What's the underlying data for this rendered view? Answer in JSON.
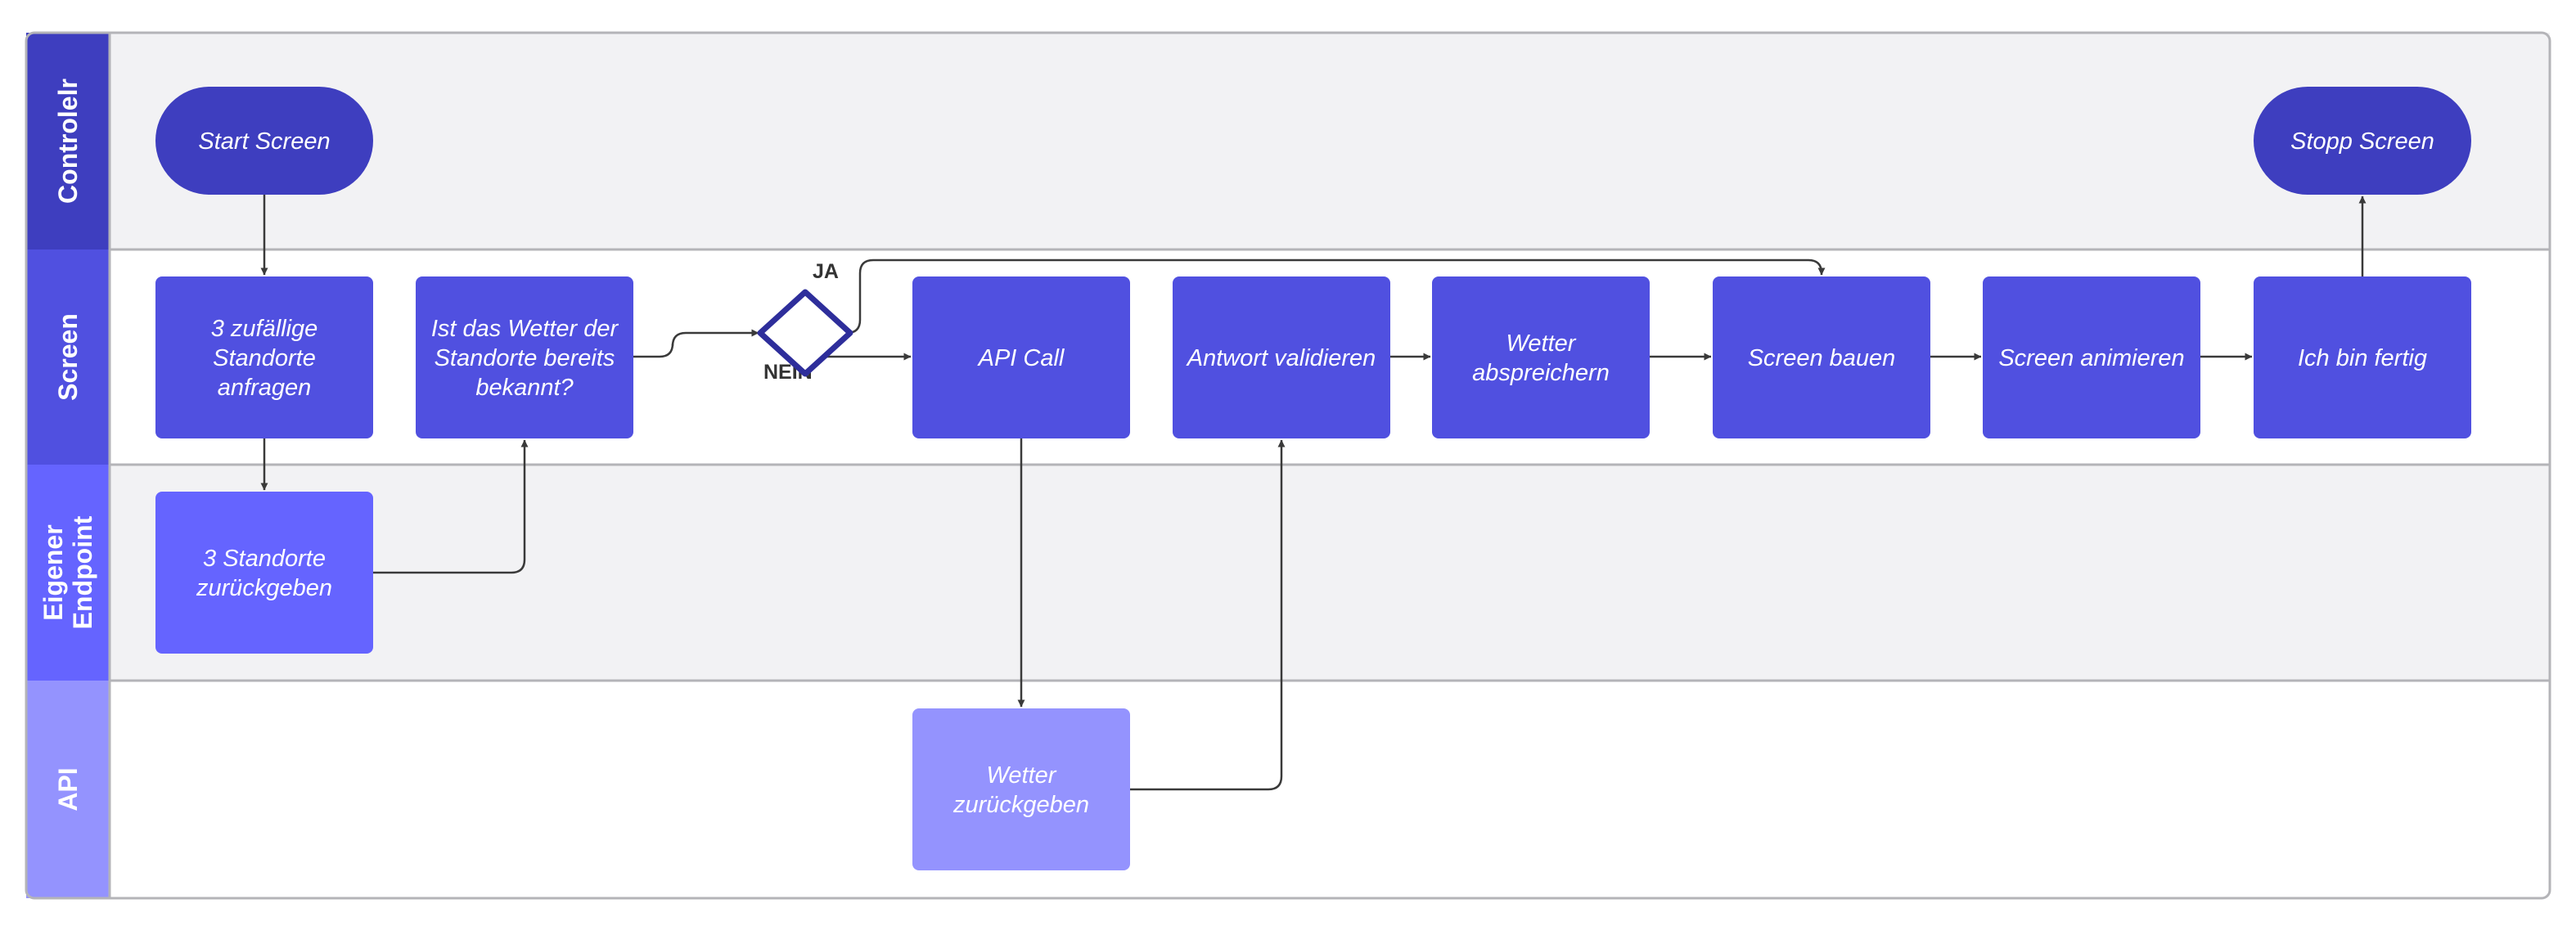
{
  "colors": {
    "controller": "#3e3ebf",
    "screen": "#5050e0",
    "endpoint": "#6564ff",
    "api": "#9493fe",
    "lane_bg_gray": "#f2f2f4",
    "lane_bg_white": "#ffffff",
    "frame": "#b4b4b8",
    "diamond_stroke": "#2e2e9b",
    "connector": "#3a3a3a"
  },
  "lanes": [
    {
      "id": "controller",
      "label": "Controlelr",
      "label_lines": [
        "Controlelr"
      ]
    },
    {
      "id": "screen",
      "label": "Screen",
      "label_lines": [
        "Screen"
      ]
    },
    {
      "id": "endpoint",
      "label": "Eigener Endpoint",
      "label_lines": [
        "Eigener",
        "Endpoint"
      ]
    },
    {
      "id": "api",
      "label": "API",
      "label_lines": [
        "API"
      ]
    }
  ],
  "nodes": {
    "start": {
      "text": "Start Screen",
      "lines": [
        "Start Screen"
      ]
    },
    "stop": {
      "text": "Stopp Screen",
      "lines": [
        "Stopp Screen"
      ]
    },
    "random_locations": {
      "text": "3 zufällige Standorte anfragen",
      "lines": [
        "3 zufällige",
        "Standorte",
        "anfragen"
      ]
    },
    "weather_known": {
      "text": "Ist das Wetter der Standorte bereits bekannt?",
      "lines": [
        "Ist das Wetter der",
        "Standorte bereits",
        "bekannt?"
      ]
    },
    "decision": {
      "text": ""
    },
    "api_call": {
      "text": "API Call",
      "lines": [
        "API Call"
      ]
    },
    "validate": {
      "text": "Antwort validieren",
      "lines": [
        "Antwort validieren"
      ]
    },
    "save_weather": {
      "text": "Wetter abspreichern",
      "lines": [
        "Wetter",
        "abspreichern"
      ]
    },
    "build_screen": {
      "text": "Screen bauen",
      "lines": [
        "Screen bauen"
      ]
    },
    "animate_screen": {
      "text": "Screen animieren",
      "lines": [
        "Screen animieren"
      ]
    },
    "done": {
      "text": "Ich bin fertig",
      "lines": [
        "Ich bin fertig"
      ]
    },
    "return_locations": {
      "text": "3 Standorte zurückgeben",
      "lines": [
        "3 Standorte",
        "zurückgeben"
      ]
    },
    "return_weather": {
      "text": "Wetter zurückgeben",
      "lines": [
        "Wetter",
        "zurückgeben"
      ]
    }
  },
  "connectors": [
    {
      "from": "start",
      "to": "random_locations",
      "label": ""
    },
    {
      "from": "random_locations",
      "to": "return_locations",
      "label": ""
    },
    {
      "from": "return_locations",
      "to": "weather_known",
      "label": ""
    },
    {
      "from": "weather_known",
      "to": "decision",
      "label": ""
    },
    {
      "from": "decision",
      "to": "build_screen",
      "label": "JA"
    },
    {
      "from": "decision",
      "to": "api_call",
      "label": "NEIN"
    },
    {
      "from": "api_call",
      "to": "return_weather",
      "label": ""
    },
    {
      "from": "return_weather",
      "to": "validate",
      "label": ""
    },
    {
      "from": "validate",
      "to": "save_weather",
      "label": ""
    },
    {
      "from": "save_weather",
      "to": "build_screen",
      "label": ""
    },
    {
      "from": "build_screen",
      "to": "animate_screen",
      "label": ""
    },
    {
      "from": "animate_screen",
      "to": "done",
      "label": ""
    },
    {
      "from": "done",
      "to": "stop",
      "label": ""
    }
  ]
}
